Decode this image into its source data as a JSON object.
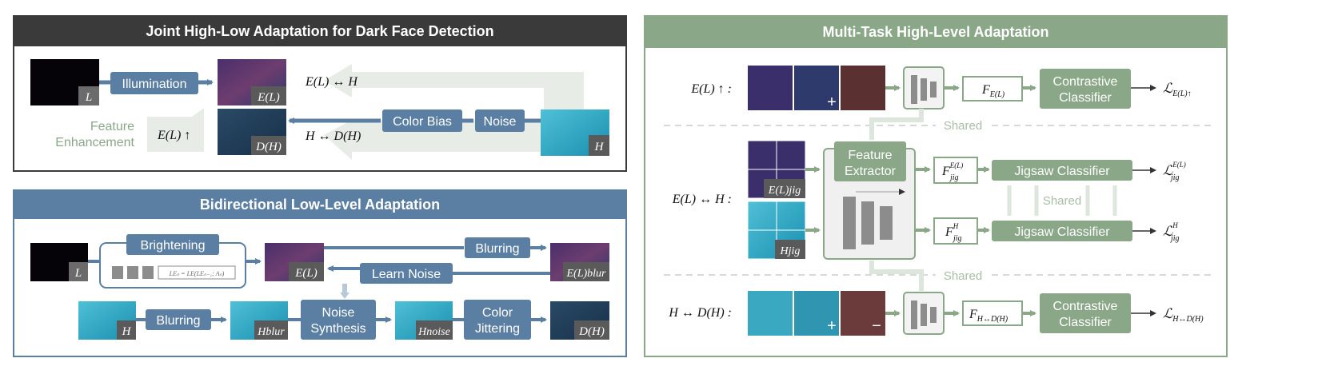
{
  "colors": {
    "dark_header": "#3a3a3a",
    "blue": "#5b7fa3",
    "blue_light": "#b7c9d9",
    "green": "#8aa787",
    "green_light": "#dde6dc",
    "arrow_bg": "#e7ede6",
    "gray_box": "#8c8c8c"
  },
  "panel_joint": {
    "title": "Joint High-Low Adaptation for Dark Face Detection",
    "illumination": "Illumination",
    "color_bias": "Color Bias",
    "noise": "Noise",
    "feature_enhancement_1": "Feature",
    "feature_enhancement_2": "Enhancement",
    "img_L": "L",
    "img_EL": "E(L)",
    "img_DH": "D(H)",
    "img_H": "H",
    "eq_EL_H": "E(L) ↔ H",
    "eq_H_DH": "H ↔ D(H)",
    "eq_EL_up": "E(L) ↑"
  },
  "panel_bidir": {
    "title": "Bidirectional Low-Level Adaptation",
    "brightening": "Brightening",
    "formula": "LEₙ = LE(LEₙ₋₁; Aₙ)",
    "blurring_top": "Blurring",
    "learn_noise": "Learn Noise",
    "blurring_bottom": "Blurring",
    "noise_synthesis_1": "Noise",
    "noise_synthesis_2": "Synthesis",
    "color_jittering_1": "Color",
    "color_jittering_2": "Jittering",
    "img_L": "L",
    "img_EL": "E(L)",
    "img_ELblur": "E(L)blur",
    "img_H": "H",
    "img_Hblur": "Hblur",
    "img_Hnoise": "Hnoise",
    "img_DH": "D(H)"
  },
  "panel_multi": {
    "title": "Multi-Task High-Level Adaptation",
    "row1_label": "E(L) ↑ :",
    "row2_label": "E(L) ↔ H :",
    "row3_label": "H ↔ D(H) :",
    "feature_extractor_1": "Feature",
    "feature_extractor_2": "Extractor",
    "contrastive_1": "Contrastive",
    "contrastive_2": "Classifier",
    "jigsaw_1": "Jigsaw Classifier",
    "jigsaw_2": "Jigsaw Classifier",
    "shared_top": "Shared",
    "shared_mid": "Shared",
    "shared_bottom": "Shared",
    "f_row1": "F",
    "f_row1_sub": "E(L)",
    "f_jig_el": "F",
    "f_jig_el_sub": "jig",
    "f_jig_el_sup": "E(L)",
    "f_jig_h": "F",
    "f_jig_h_sub": "jig",
    "f_jig_h_sup": "H",
    "f_row3": "F",
    "f_row3_sub": "H↔D(H)",
    "loss1": "ℒ",
    "loss1_sub": "E(L)↑",
    "loss2": "ℒ",
    "loss2_sub": "jig",
    "loss2_sup": "E(L)",
    "loss3": "ℒ",
    "loss3_sub": "jig",
    "loss3_sup": "H",
    "loss4": "ℒ",
    "loss4_sub": "H↔D(H)",
    "img_ELjig": "E(L)jig",
    "img_Hjig": "Hjig",
    "plus": "+",
    "minus": "−"
  }
}
